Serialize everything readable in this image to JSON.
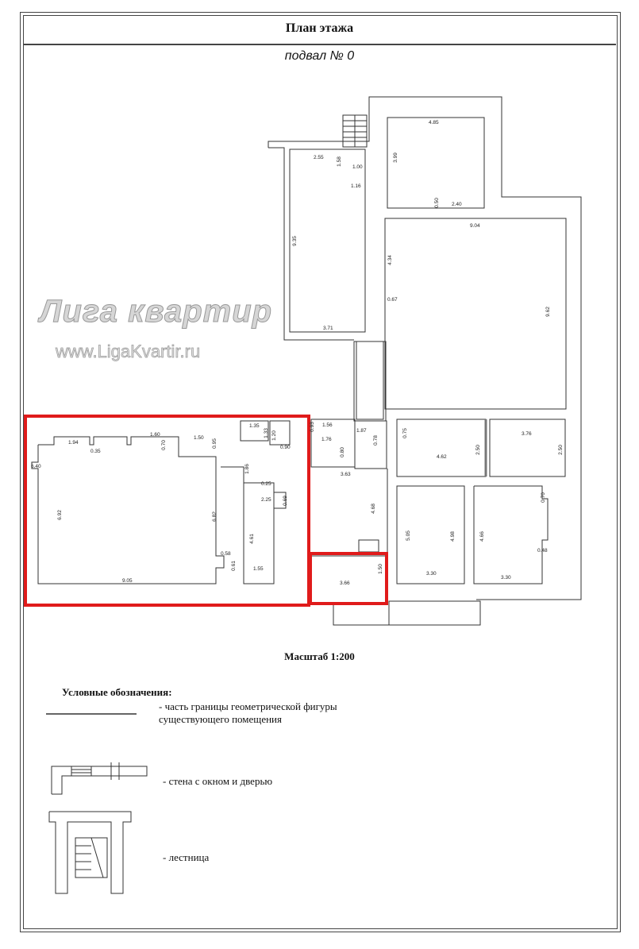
{
  "header": {
    "title": "План этажа"
  },
  "plan": {
    "subtitle": "подвал № 0",
    "highlight_color": "#e01b1b",
    "dimensions": [
      "4.85",
      "3.99",
      "2.55",
      "1.58",
      "1.00",
      "1.16",
      "0.50",
      "2.40",
      "9.04",
      "9.35",
      "4.34",
      "0.67",
      "9.62",
      "3.71",
      "1.94",
      "0.35",
      "1.60",
      "0.70",
      "1.50",
      "0.95",
      "6.40",
      "6.92",
      "6.82",
      "0.58",
      "0.61",
      "9.05",
      "1.35",
      "1.33",
      "1.20",
      "0.90",
      "1.86",
      "0.25",
      "2.25",
      "0.69",
      "4.61",
      "1.55",
      "0.93",
      "1.56",
      "1.87",
      "1.76",
      "0.78",
      "0.80",
      "3.63",
      "4.68",
      "1.50",
      "3.66",
      "0.75",
      "4.62",
      "2.50",
      "3.76",
      "2.50",
      "0.70",
      "5.05",
      "4.98",
      "4.66",
      "0.48",
      "3.30",
      "3.30"
    ]
  },
  "watermark": {
    "brand": "Лига квартир",
    "url": "www.LigaKvartir.ru"
  },
  "scale": {
    "label": "Масштаб 1:200"
  },
  "legend": {
    "heading": "Условные обозначения:",
    "items": [
      {
        "icon": "boundary-line",
        "text": "- часть границы геометрической фигуры существующего помещения"
      },
      {
        "icon": "wall-window-door",
        "text": "- стена с окном и дверью"
      },
      {
        "icon": "staircase",
        "text": "- лестница"
      }
    ]
  }
}
